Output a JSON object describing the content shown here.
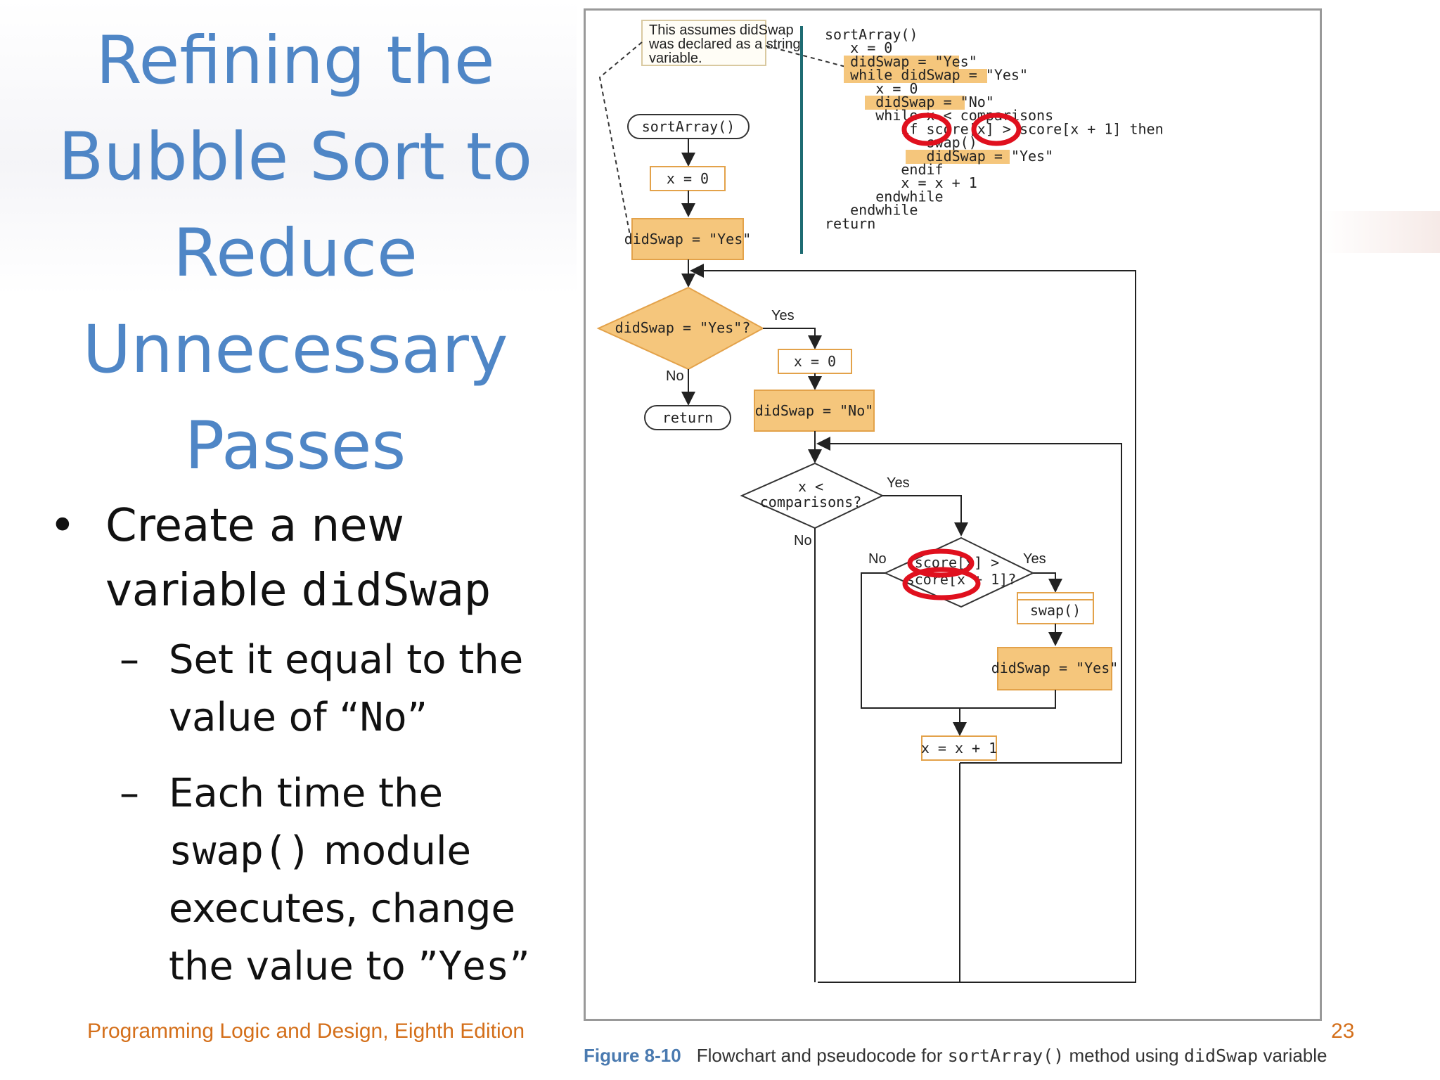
{
  "slide": {
    "title": "Refining the Bubble Sort to Reduce Unnecessary Passes",
    "bullet1_text": "Create a new variable ",
    "bullet1_code": "didSwap",
    "sub1_text": "Set it equal to the value of “",
    "sub1_code": "No",
    "sub1_end": "”",
    "sub2_text1": "Each time the",
    "sub2_code": "swap()",
    "sub2_text2": " module executes,  change the value to ”",
    "sub2_code2": "Yes",
    "sub2_end": "”",
    "footer": "Programming Logic and Design, Eighth Edition",
    "page_number": "23"
  },
  "figure": {
    "caption_label": "Figure 8-10",
    "caption_text1": "Flowchart and pseudocode for ",
    "caption_code1": "sortArray()",
    "caption_text2": " method using ",
    "caption_code2": "didSwap",
    "caption_text3": " variable",
    "note_line1": "This assumes didSwap",
    "note_line2": "was declared as a string",
    "note_line3": "variable.",
    "flow": {
      "start": "sortArray()",
      "init_x": "x = 0",
      "init_swap": "didSwap = \"Yes\"",
      "decision_outer": "didSwap = \"Yes\"?",
      "yes1": "Yes",
      "no1": "No",
      "return": "return",
      "loop_x": "x = 0",
      "set_no": "didSwap = \"No\"",
      "decision_inner_1": "x <",
      "decision_inner_2": "comparisons?",
      "yes2": "Yes",
      "no2": "No",
      "decision_cmp_1": "score[x] >",
      "decision_cmp_2": "score[x + 1]?",
      "yes3": "Yes",
      "no3": "No",
      "swap": "swap()",
      "set_yes": "didSwap = \"Yes\"",
      "increment": "x = x + 1"
    },
    "pseudocode": [
      "sortArray()",
      "   x = 0",
      "   didSwap = \"Yes\"",
      "   while didSwap = \"Yes\"",
      "      x = 0",
      "      didSwap = \"No\"",
      "      while x < comparisons",
      "         if score[x] > score[x + 1] then",
      "            swap()",
      "            didSwap = \"Yes\"",
      "         endif",
      "         x = x + 1",
      "      endwhile",
      "   endwhile",
      "return"
    ],
    "highlighted_lines": [
      2,
      3,
      5,
      9
    ]
  },
  "colors": {
    "title": "#4f86c6",
    "footer": "#d46f1a",
    "box_fill": "#f5c67c",
    "box_stroke": "#e3a24a",
    "annotation": "#e0101e"
  }
}
